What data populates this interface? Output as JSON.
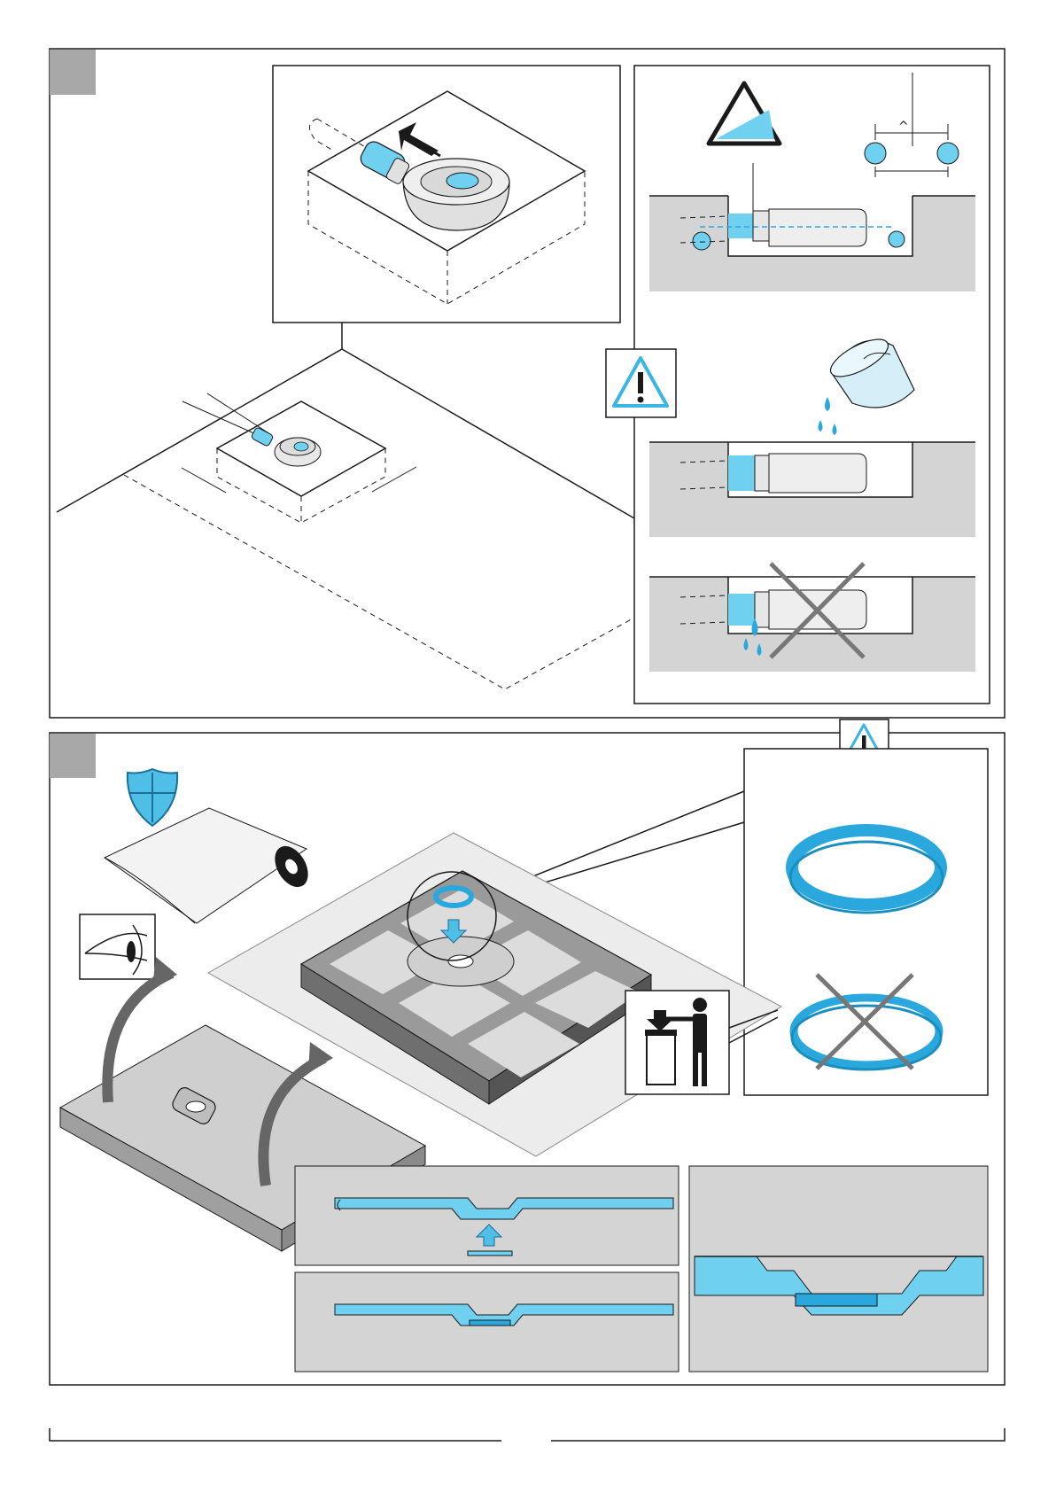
{
  "document": {
    "kind": "installation instruction sheet",
    "sections": [
      {
        "id": "drain-installation",
        "step_number": "",
        "panels": [
          "drain-in-floor-detail",
          "slope-check",
          "water-test-ok",
          "water-test-leak"
        ]
      },
      {
        "id": "tray-installation",
        "step_number": "",
        "panels": [
          "gasket-detail",
          "membrane-roll",
          "inspection",
          "tray-flip",
          "cross-sections"
        ]
      }
    ],
    "footer": {
      "page_number": ""
    }
  },
  "colors": {
    "accent": "#6fd0f0",
    "panel_grey": "#d4d4d4",
    "step_box": "#a8a8a8",
    "line": "#1a1a1a"
  },
  "icons": [
    "warning-triangle-icon",
    "caution-triangle-icon",
    "shield-icon",
    "eye-icon",
    "person-trash-icon",
    "bucket-icon",
    "cross-mark-icon",
    "arrow-up-icon",
    "arrow-down-icon",
    "curved-arrow-icon"
  ]
}
